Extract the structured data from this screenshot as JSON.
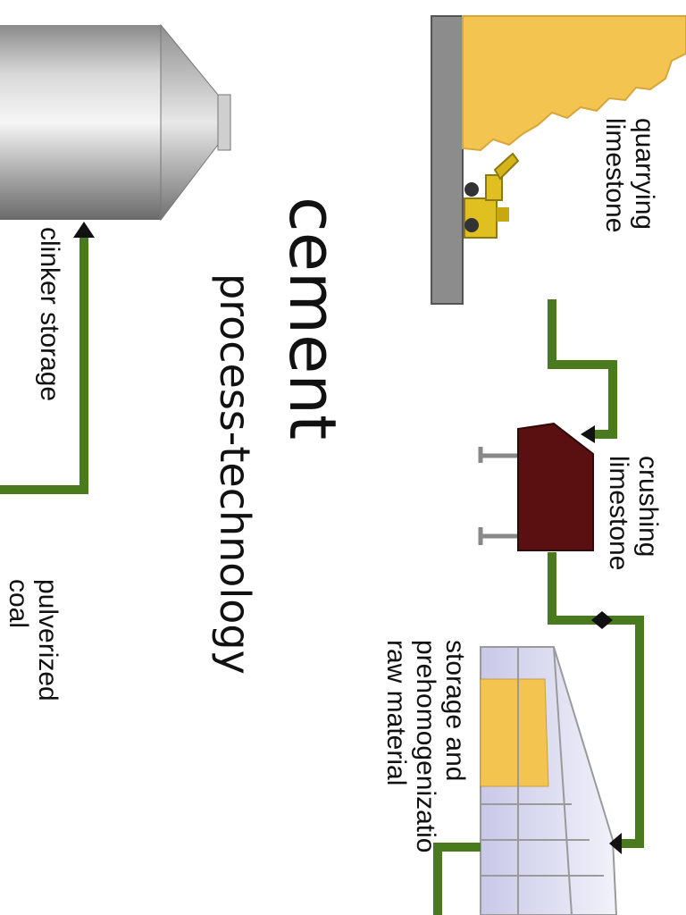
{
  "diagram": {
    "title": "cement",
    "subtitle": "process-technology",
    "steps": [
      {
        "id": "quarrying",
        "lines": [
          "quarrying",
          "limestone"
        ]
      },
      {
        "id": "crushing",
        "lines": [
          "crushing",
          "limestone"
        ]
      },
      {
        "id": "storage",
        "lines": [
          "storage and",
          "prehomogenizatio",
          "raw material"
        ]
      },
      {
        "id": "clinker",
        "lines": [
          "clinker storage"
        ]
      },
      {
        "id": "pulverized",
        "lines": [
          "pulverized",
          "coal"
        ]
      }
    ],
    "colors": {
      "flow_line": "#4a7a1e",
      "quarry_sand": "#f4c451",
      "quarry_wall": "#8c8c8c",
      "crusher_body": "#5a1010",
      "silo_metal": "#b0b0b0",
      "dome_frame": "#9a9a9a",
      "excavator": "#e0c020"
    }
  }
}
